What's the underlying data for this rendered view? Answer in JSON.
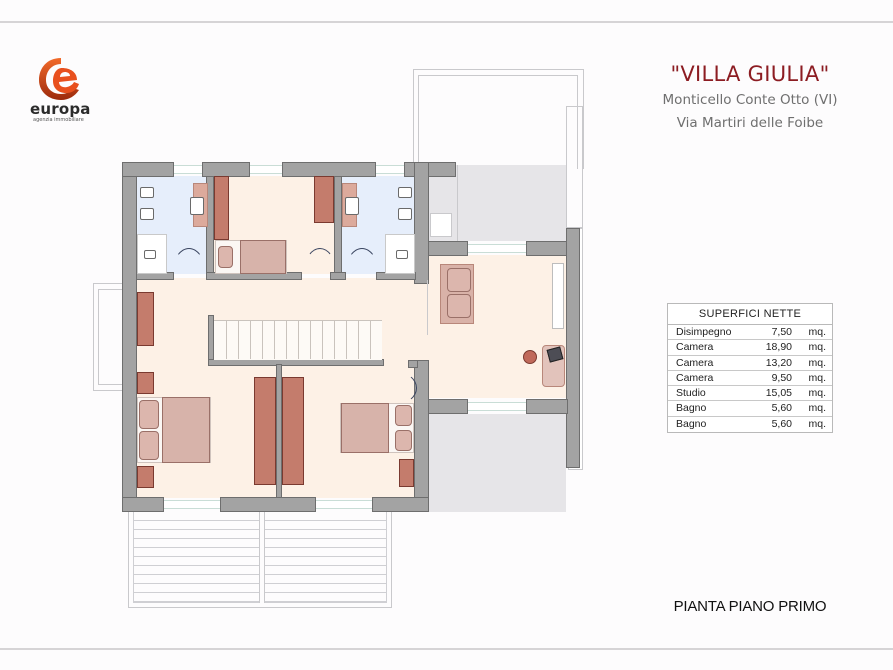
{
  "brand": {
    "name": "europa",
    "tagline": "agenzia immobiliare",
    "logo_icon": "e-swoosh-logo-icon",
    "colors": {
      "accent": "#e8501e",
      "dark": "#2b2b2b"
    }
  },
  "header": {
    "title": "\"VILLA GIULIA\"",
    "location": "Monticello Conte Otto (VI)",
    "address": "Via Martiri delle Foibe",
    "title_color": "#8c1c22"
  },
  "surfaces_table": {
    "heading": "SUPERFICI  NETTE",
    "rows": [
      {
        "room": "Disimpegno",
        "area": "7,50",
        "unit": "mq."
      },
      {
        "room": "Camera",
        "area": "18,90",
        "unit": "mq."
      },
      {
        "room": "Camera",
        "area": "13,20",
        "unit": "mq."
      },
      {
        "room": "Camera",
        "area": "9,50",
        "unit": "mq."
      },
      {
        "room": "Studio",
        "area": "15,05",
        "unit": "mq."
      },
      {
        "room": "Bagno",
        "area": "5,60",
        "unit": "mq."
      },
      {
        "room": "Bagno",
        "area": "5,60",
        "unit": "mq."
      }
    ]
  },
  "plan": {
    "label": "PIANTA PIANO PRIMO",
    "colors": {
      "wall": "#a3a3a3",
      "floor": "#fdf1e6",
      "bathroom": "#e6eefb",
      "terrace": "#e6e5e8",
      "wardrobe": "#c47c6c",
      "bed": "#d7b3aa"
    }
  }
}
